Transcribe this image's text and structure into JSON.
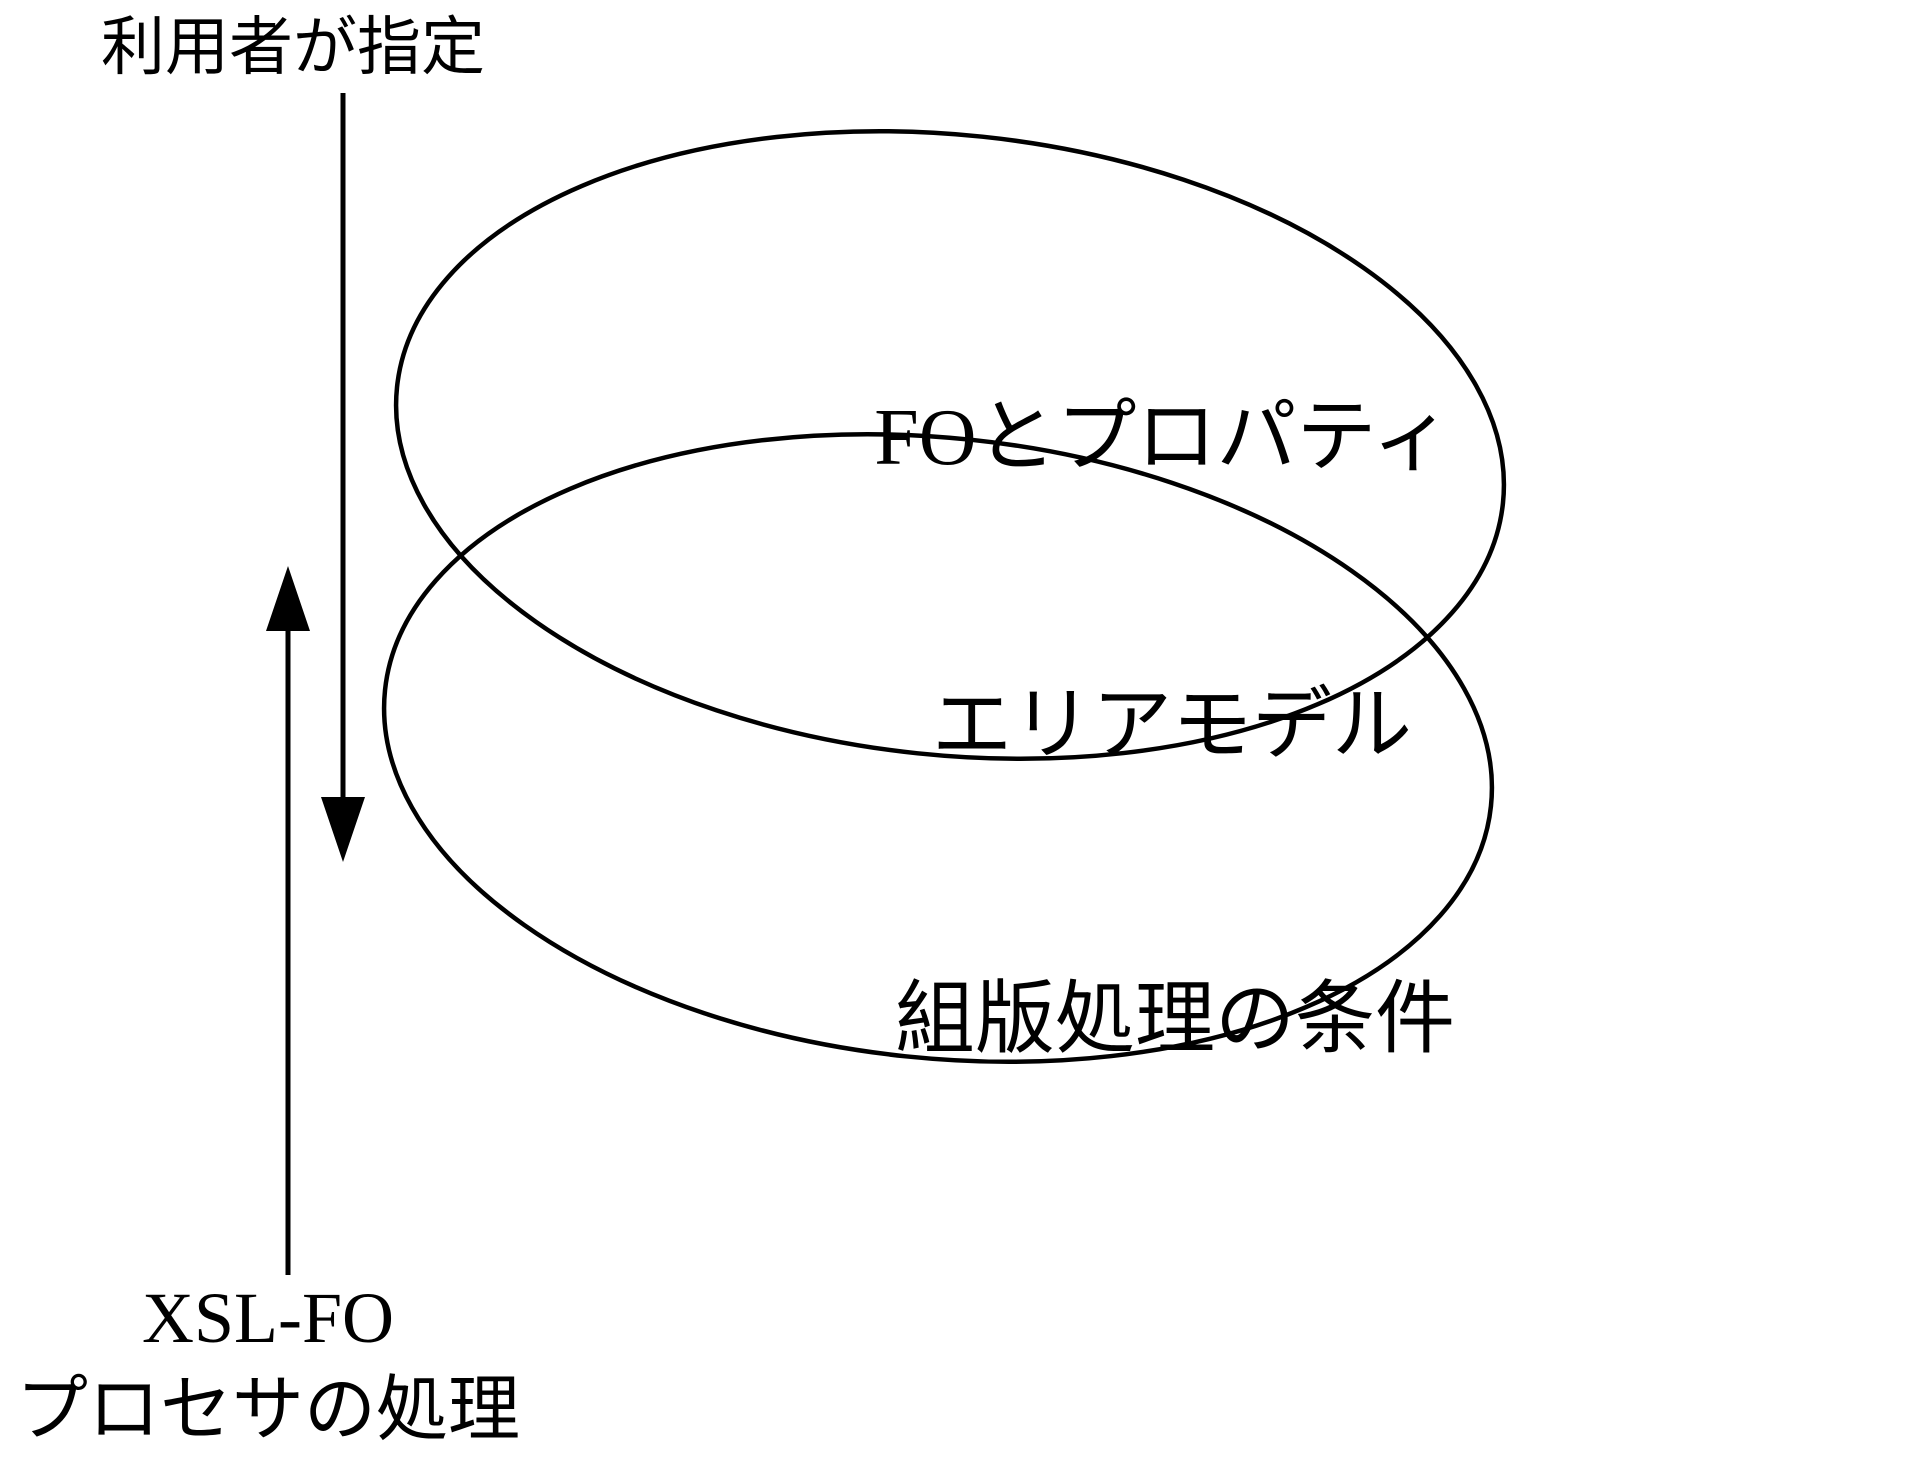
{
  "diagram": {
    "ink": "#000000",
    "background": "#ffffff",
    "user_input_label": "利用者が指定",
    "top_ellipse_label": "FOとプロパティ",
    "overlap_label": "エリアモデル",
    "bottom_ellipse_label": "組版処理の条件",
    "processor_label_line1": "XSL-FO",
    "processor_label_line2": "プロセサの処理"
  }
}
